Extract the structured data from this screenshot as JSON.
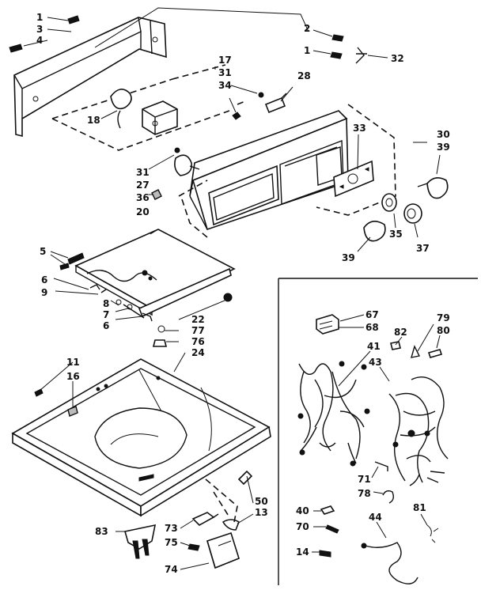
{
  "labels": {
    "top_bracket": [
      "1",
      "3",
      "4"
    ],
    "upper_right": [
      "2",
      "1",
      "32"
    ],
    "harness_group": [
      "17",
      "31",
      "34",
      "28",
      "18"
    ],
    "console_left": [
      "31",
      "27",
      "36",
      "20"
    ],
    "console_right": [
      "33",
      "30",
      "39",
      "35",
      "37",
      "39"
    ],
    "lid_group": [
      "5",
      "6",
      "9",
      "8",
      "7",
      "6",
      "22",
      "77",
      "76",
      "24"
    ],
    "top_group": [
      "11",
      "16"
    ],
    "bottom_group": [
      "50",
      "13",
      "83",
      "73",
      "75",
      "74"
    ],
    "inset_wiring": [
      "67",
      "68",
      "41",
      "43",
      "82",
      "79",
      "80",
      "71",
      "78"
    ],
    "inset_parts": [
      "40",
      "70",
      "14",
      "44",
      "81"
    ]
  }
}
